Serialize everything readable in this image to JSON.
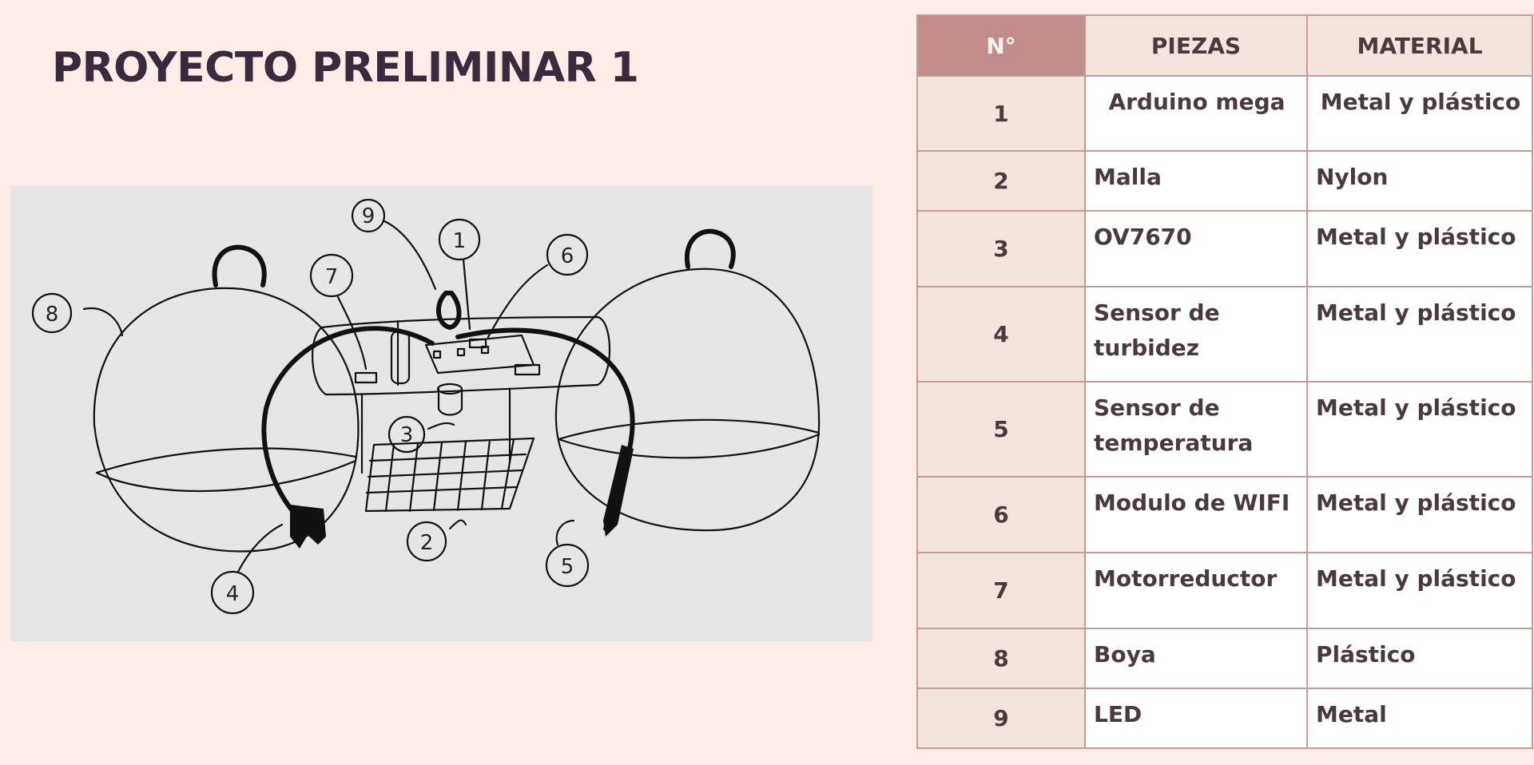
{
  "title": "PROYECTO PRELIMINAR 1",
  "table": {
    "headers": [
      "N°",
      "PIEZAS",
      "MATERIAL"
    ],
    "rows": [
      {
        "num": "1",
        "pieza": "Arduino mega",
        "material": "Metal y plástico"
      },
      {
        "num": "2",
        "pieza": "Malla",
        "material": "Nylon"
      },
      {
        "num": "3",
        "pieza": "OV7670",
        "material": "Metal y plástico"
      },
      {
        "num": "4",
        "pieza": "Sensor de turbidez",
        "material": "Metal y plástico"
      },
      {
        "num": "5",
        "pieza": "Sensor de temperatura",
        "material": "Metal y plástico"
      },
      {
        "num": "6",
        "pieza": "Modulo de WIFI",
        "material": "Metal y plástico"
      },
      {
        "num": "7",
        "pieza": "Motorreductor",
        "material": "Metal y plástico"
      },
      {
        "num": "8",
        "pieza": "Boya",
        "material": "Plástico"
      },
      {
        "num": "9",
        "pieza": "LED",
        "material": "Metal"
      }
    ]
  },
  "sketch": {
    "callouts": [
      "1",
      "2",
      "3",
      "4",
      "5",
      "6",
      "7",
      "8",
      "9"
    ]
  }
}
